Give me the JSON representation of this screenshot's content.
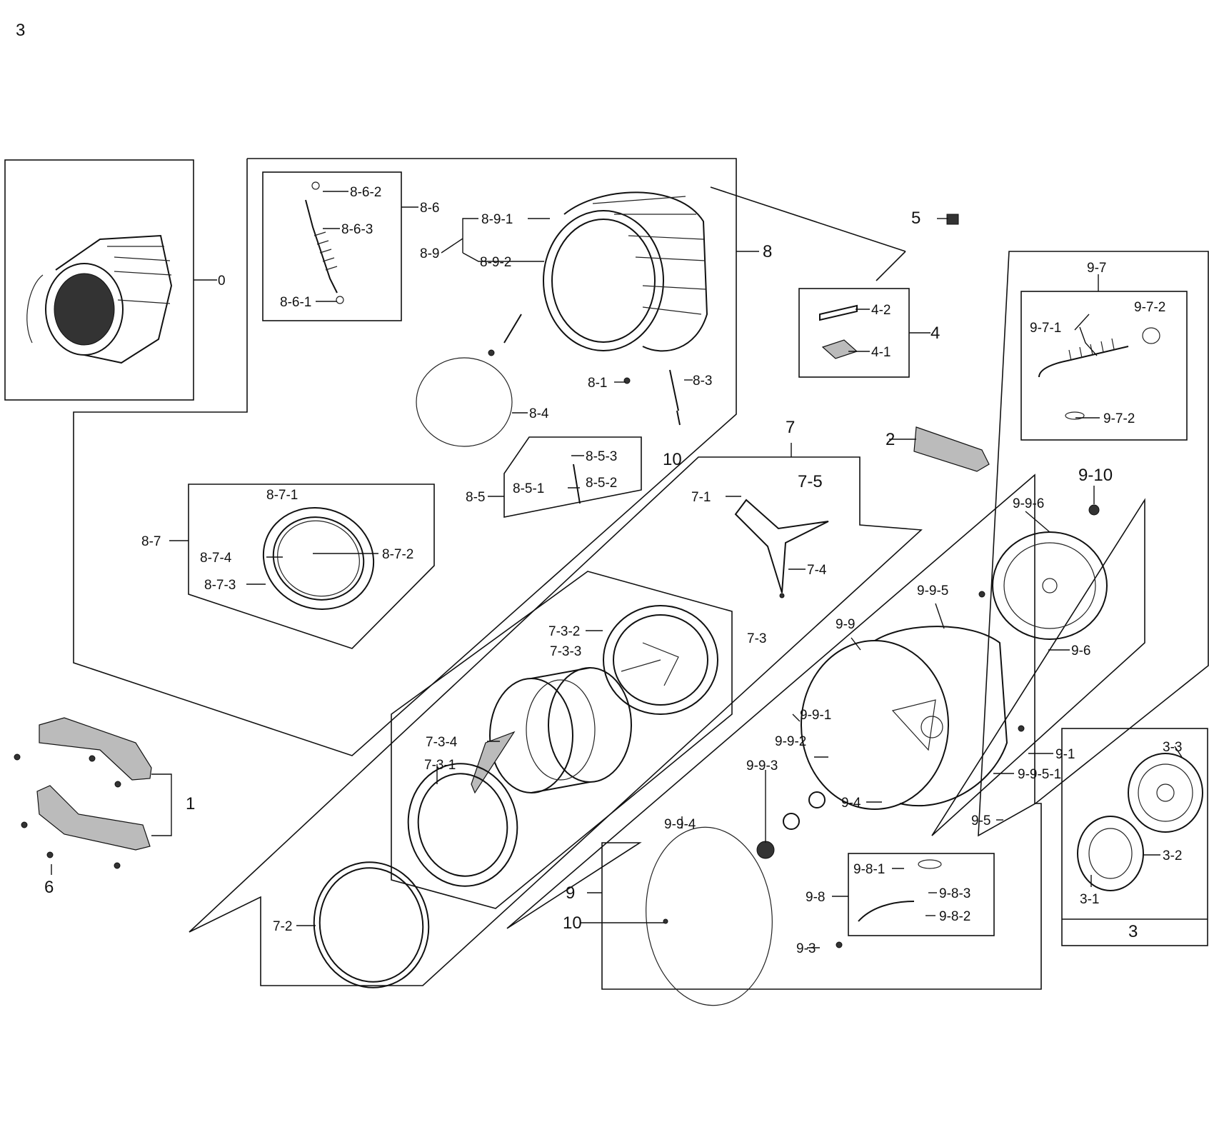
{
  "page_number": "3",
  "callouts": [
    {
      "id": "0",
      "text": "0"
    },
    {
      "id": "8-6-2",
      "text": "8-6-2"
    },
    {
      "id": "8-6",
      "text": "8-6"
    },
    {
      "id": "8-6-3",
      "text": "8-6-3"
    },
    {
      "id": "8-6-1",
      "text": "8-6-1"
    },
    {
      "id": "8-9-1",
      "text": "8-9-1"
    },
    {
      "id": "8-9",
      "text": "8-9"
    },
    {
      "id": "8-9-2",
      "text": "8-9-2"
    },
    {
      "id": "8",
      "text": "8"
    },
    {
      "id": "5",
      "text": "5"
    },
    {
      "id": "4-2",
      "text": "4-2"
    },
    {
      "id": "4",
      "text": "4"
    },
    {
      "id": "4-1",
      "text": "4-1"
    },
    {
      "id": "8-1",
      "text": "8-1"
    },
    {
      "id": "8-3",
      "text": "8-3"
    },
    {
      "id": "8-4",
      "text": "8-4"
    },
    {
      "id": "10a",
      "text": "10"
    },
    {
      "id": "8-5-3",
      "text": "8-5-3"
    },
    {
      "id": "8-5-1",
      "text": "8-5-1"
    },
    {
      "id": "8-5-2",
      "text": "8-5-2"
    },
    {
      "id": "8-5",
      "text": "8-5"
    },
    {
      "id": "8-7-1",
      "text": "8-7-1"
    },
    {
      "id": "8-7",
      "text": "8-7"
    },
    {
      "id": "8-7-4",
      "text": "8-7-4"
    },
    {
      "id": "8-7-2",
      "text": "8-7-2"
    },
    {
      "id": "8-7-3",
      "text": "8-7-3"
    },
    {
      "id": "7",
      "text": "7"
    },
    {
      "id": "7-5",
      "text": "7-5"
    },
    {
      "id": "7-1",
      "text": "7-1"
    },
    {
      "id": "7-4",
      "text": "7-4"
    },
    {
      "id": "2",
      "text": "2"
    },
    {
      "id": "9-7",
      "text": "9-7"
    },
    {
      "id": "9-7-2a",
      "text": "9-7-2"
    },
    {
      "id": "9-7-1",
      "text": "9-7-1"
    },
    {
      "id": "9-7-2b",
      "text": "9-7-2"
    },
    {
      "id": "9-10",
      "text": "9-10"
    },
    {
      "id": "9-9-6",
      "text": "9-9-6"
    },
    {
      "id": "9-9-5",
      "text": "9-9-5"
    },
    {
      "id": "9-9",
      "text": "9-9"
    },
    {
      "id": "7-3-2",
      "text": "7-3-2"
    },
    {
      "id": "7-3",
      "text": "7-3"
    },
    {
      "id": "7-3-3",
      "text": "7-3-3"
    },
    {
      "id": "9-6",
      "text": "9-6"
    },
    {
      "id": "9-9-1",
      "text": "9-9-1"
    },
    {
      "id": "9-9-2",
      "text": "9-9-2"
    },
    {
      "id": "7-3-4",
      "text": "7-3-4"
    },
    {
      "id": "9-9-3",
      "text": "9-9-3"
    },
    {
      "id": "9-1",
      "text": "9-1"
    },
    {
      "id": "3-3",
      "text": "3-3"
    },
    {
      "id": "7-3-1",
      "text": "7-3-1"
    },
    {
      "id": "9-9-5-1",
      "text": "9-9-5-1"
    },
    {
      "id": "1",
      "text": "1"
    },
    {
      "id": "9-4",
      "text": "9-4"
    },
    {
      "id": "9-9-4",
      "text": "9-9-4"
    },
    {
      "id": "9-5",
      "text": "9-5"
    },
    {
      "id": "3-2",
      "text": "3-2"
    },
    {
      "id": "6",
      "text": "6"
    },
    {
      "id": "9-8-1",
      "text": "9-8-1"
    },
    {
      "id": "9",
      "text": "9"
    },
    {
      "id": "3-1",
      "text": "3-1"
    },
    {
      "id": "9-8",
      "text": "9-8"
    },
    {
      "id": "9-8-3",
      "text": "9-8-3"
    },
    {
      "id": "7-2",
      "text": "7-2"
    },
    {
      "id": "10b",
      "text": "10"
    },
    {
      "id": "9-8-2",
      "text": "9-8-2"
    },
    {
      "id": "9-3",
      "text": "9-3"
    },
    {
      "id": "3",
      "text": "3"
    }
  ]
}
